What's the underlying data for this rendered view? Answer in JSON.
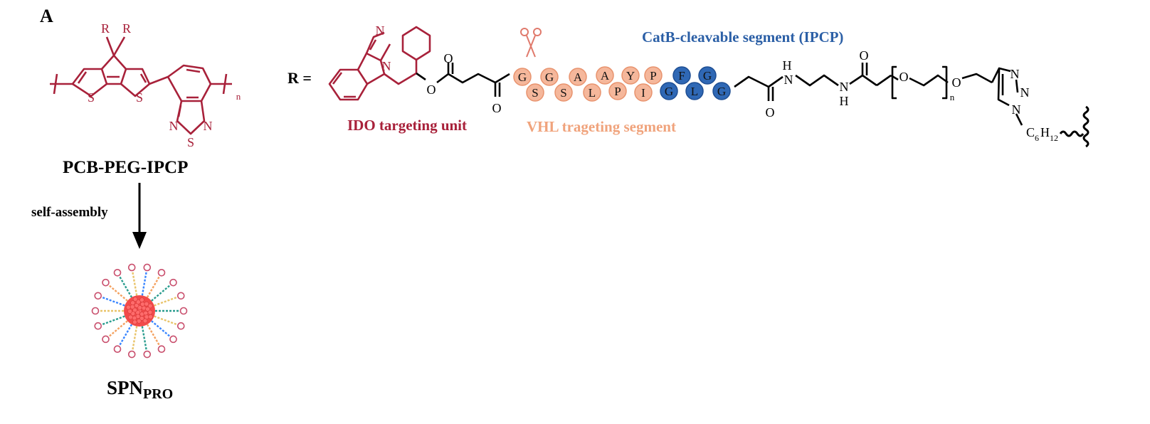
{
  "panel_label": "A",
  "polymer": {
    "name": "PCB-PEG-IPCP",
    "atoms": {
      "r_left": "R",
      "r_right": "R",
      "s1": "S",
      "s2": "S",
      "n1": "N",
      "n2": "N",
      "s3": "S",
      "n_index": "n"
    }
  },
  "process_label": "self-assembly",
  "nanoparticle": {
    "name": "SPN",
    "subscript": "PRO"
  },
  "r_group": {
    "label": "R =",
    "captions": {
      "ido": "IDO targeting unit",
      "vhl": "VHL trageting segment",
      "catb": "CatB-cleavable segment (IPCP)"
    },
    "atoms": {
      "ido_n1": "N",
      "ido_n2": "N",
      "ester_o1": "O",
      "ester_o2": "O",
      "keto_o": "O",
      "amide_nh1_h": "H",
      "amide_nh1_n": "N",
      "amide_o1": "O",
      "amide_nh2_n": "N",
      "amide_nh2_h": "H",
      "amide_o2": "O",
      "peg_o1": "O",
      "peg_o2": "O",
      "peg_n": "n",
      "triazole_n1": "N",
      "triazole_n2": "N",
      "triazole_n3": "N",
      "hexyl_c": "C",
      "hexyl_c_sub": "6",
      "hexyl_h": "H",
      "hexyl_h_sub": "12"
    },
    "vhl_residues": [
      "G",
      "S",
      "G",
      "S",
      "A",
      "L",
      "A",
      "P",
      "Y",
      "I",
      "P"
    ],
    "catb_residues": [
      "G",
      "F",
      "L",
      "G",
      "G"
    ]
  },
  "colors": {
    "ido": "#a8213a",
    "vhl_bead": "#f5b79b",
    "vhl_text": "#f0a37c",
    "catb_bead": "#2f68b5",
    "catb_text": "#2b5fa6",
    "bond": "#000000"
  }
}
